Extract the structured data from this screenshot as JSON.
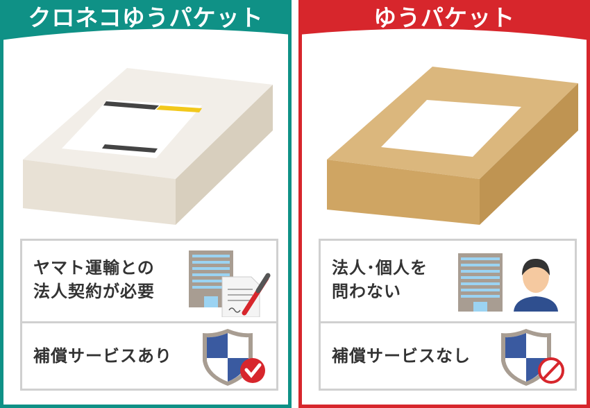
{
  "left_panel": {
    "title": "クロネコゆうパケット",
    "color": "#0f9186",
    "box_illustration": "white-package-with-label-icon",
    "features": [
      {
        "line1": "ヤマト運輸との",
        "line2": "法人契約が必要",
        "icon": "building-contract-signing-icon"
      },
      {
        "line1": "補償サービスあり",
        "icon": "shield-check-icon"
      }
    ]
  },
  "right_panel": {
    "title": "ゆうパケット",
    "color": "#d7262c",
    "box_illustration": "cardboard-package-icon",
    "features": [
      {
        "line1": "法人･個人を",
        "line2": "問わない",
        "icon": "building-and-person-icon"
      },
      {
        "line1": "補償サービスなし",
        "icon": "shield-prohibited-icon"
      }
    ]
  }
}
